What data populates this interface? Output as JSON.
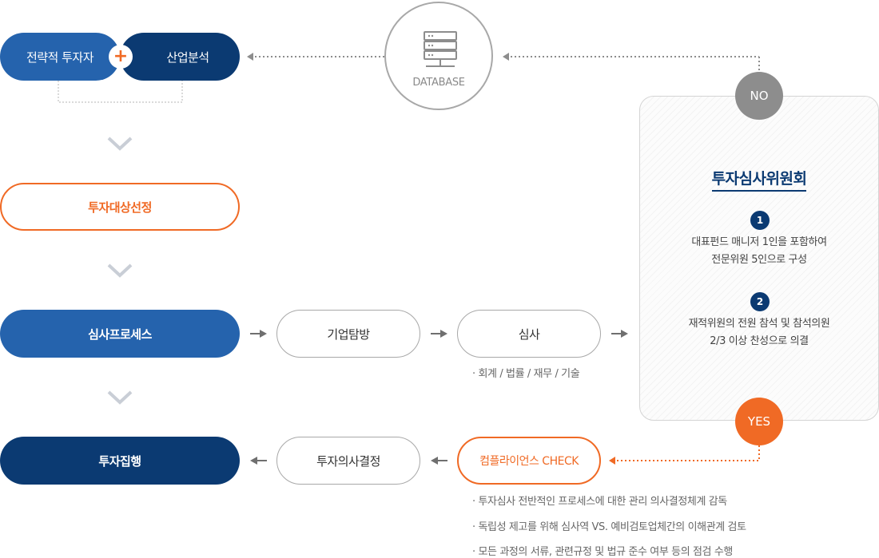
{
  "nodes": {
    "strategic_investor": "전략적 투자자",
    "plus": "+",
    "industry_analysis": "산업분석",
    "database": "DATABASE",
    "target_selection": "투자대상선정",
    "review_process": "심사프로세스",
    "company_visit": "기업탐방",
    "review": "심사",
    "review_note": "· 회계 / 법률 / 재무 / 기술",
    "execution": "투자집행",
    "decision": "투자의사결정",
    "compliance": "컴플라이언스 CHECK",
    "no": "NO",
    "yes": "YES"
  },
  "committee": {
    "title": "투자심사위원회",
    "criteria": [
      {
        "num": "1",
        "line1": "대표펀드 매니저 1인을 포함하여",
        "line2": "전문위원 5인으로 구성"
      },
      {
        "num": "2",
        "line1": "재적위원의 전원 참석 및 참석의원",
        "line2": "2/3 이상 찬성으로 의결"
      }
    ]
  },
  "compliance_notes": [
    "· 투자심사 전반적인 프로세스에 대한 관리 의사결정체계 감독",
    "· 독립성 제고를 위해 심사역 VS. 예비검토업체간의 이해관계 검토",
    "· 모든 과정의 서류, 관련규정 및 법규 준수 여부 등의 점검 수행"
  ],
  "colors": {
    "blue": "#2563ad",
    "navy": "#0b3a72",
    "orange": "#f06a25",
    "gray": "#8d8d8d"
  }
}
